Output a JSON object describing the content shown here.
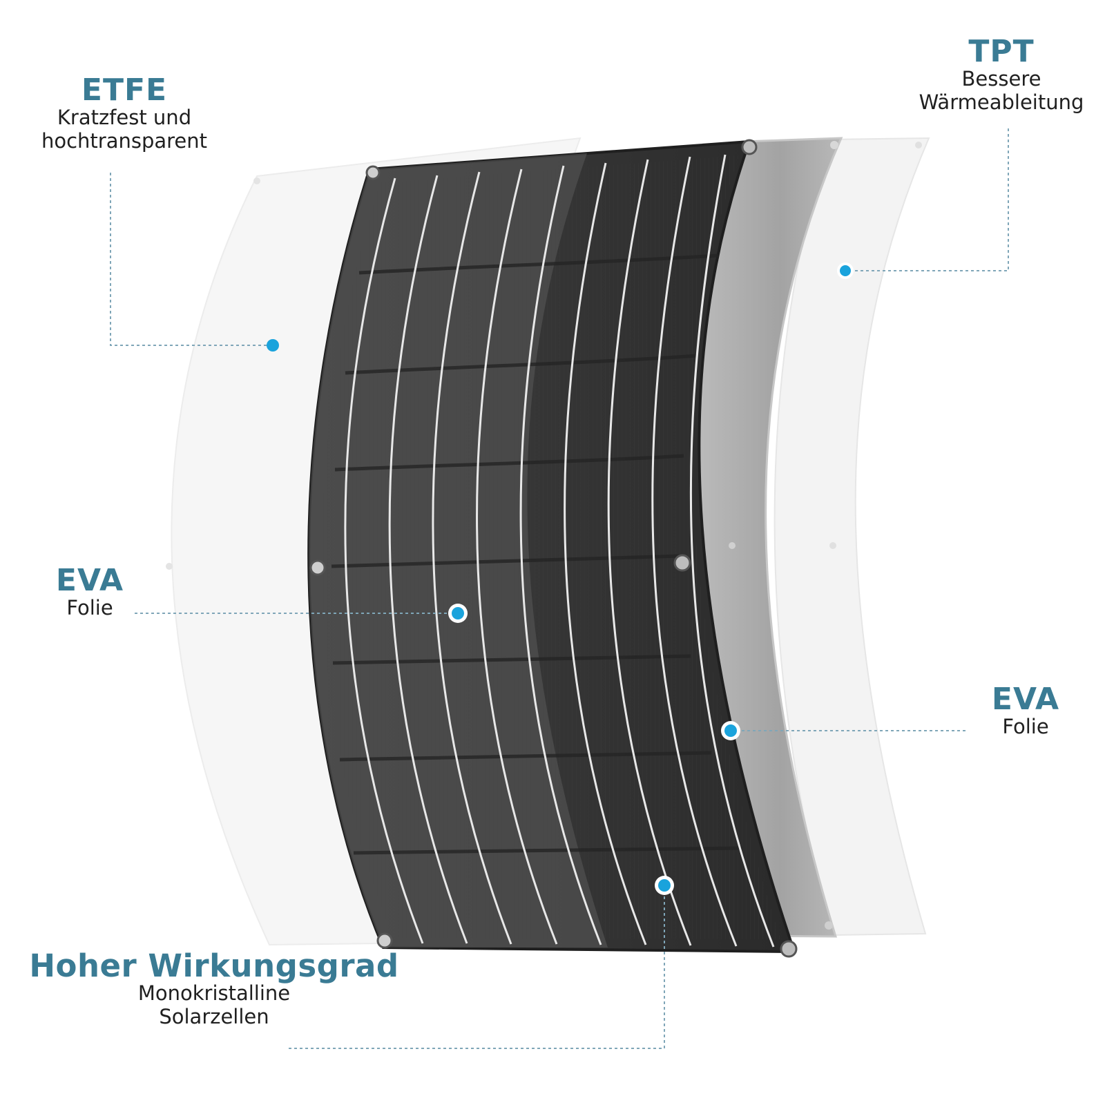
{
  "colors": {
    "accent_title": "#3a7b94",
    "callout_dot": "#1aa3dc",
    "leader_line": "#7fa6b8",
    "panel_dark": "#2e2e2e",
    "tpt_layer": "#a9a9a9",
    "film_layer": "#f2f2f2"
  },
  "layers": [
    {
      "id": "etfe",
      "title": "ETFE",
      "desc_lines": [
        "Kratzfest und",
        "hochtransparent"
      ]
    },
    {
      "id": "tpt",
      "title": "TPT",
      "desc_lines": [
        "Bessere",
        "Wärmeableitung"
      ]
    },
    {
      "id": "eva_left",
      "title": "EVA",
      "desc_lines": [
        "Folie"
      ]
    },
    {
      "id": "eva_right",
      "title": "EVA",
      "desc_lines": [
        "Folie"
      ]
    },
    {
      "id": "cells",
      "title": "Hoher Wirkungsgrad",
      "desc_lines": [
        "Monokristalline",
        "Solarzellen"
      ]
    }
  ]
}
